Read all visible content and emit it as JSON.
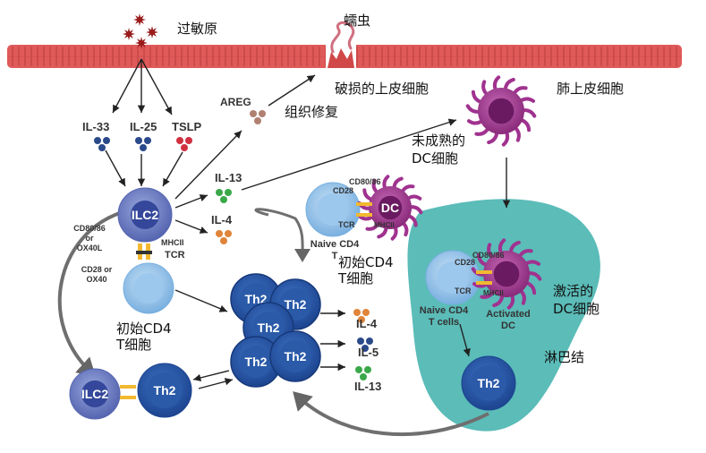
{
  "labels": {
    "allergen": "过敏原",
    "helminth": "蠕虫",
    "damaged_epithelium": "破损的上皮细胞",
    "lung_epithelium": "肺上皮细胞",
    "tissue_repair": "组织修复",
    "immature_dc": "未成熟的\nDC细胞",
    "activated_dc_cn": "激活的\nDC细胞",
    "lymph_node": "淋巴结",
    "naive_cd4_cn": "初始CD4\nT细胞",
    "naive_cd4_cn_top": "初始CD4\nT细胞"
  },
  "cytokines": {
    "il33": "IL-33",
    "il25": "IL-25",
    "tslp": "TSLP",
    "areg": "AREG",
    "il13": "IL-13",
    "il4": "IL-4",
    "out_il4": "IL-4",
    "out_il5": "IL-5",
    "out_il13": "IL-13"
  },
  "cells": {
    "ilc2": "ILC2",
    "ilc2_bottom": "ILC2",
    "th2": "Th2",
    "dc": "DC",
    "activated_dc": "Activated\nDC",
    "naive_cd4_en": "Naive CD4\nT",
    "naive_cd4_tcells": "Naive CD4\nT cells"
  },
  "receptors": {
    "cd80_86_or_ox40l": "CD80/86\nor\nOX40L",
    "mhcii": "MHCII",
    "tcr": "TCR",
    "cd28_or_ox40": "CD28 or\nOX40",
    "cd80_86": "CD80/86",
    "cd28": "CD28"
  },
  "colors": {
    "epithelium": "#e05a5a",
    "lymph_node": "#5bbcb8",
    "ilc2": "#6b7fc4",
    "th2": "#2a5aa8",
    "naive_t": "#8fc0e8",
    "dc": "#a0328f",
    "il_orange": "#e0843a",
    "il_navy": "#2a4a8a",
    "il_green": "#3aa84a",
    "il_red": "#d03040",
    "areg": "#b08070"
  }
}
